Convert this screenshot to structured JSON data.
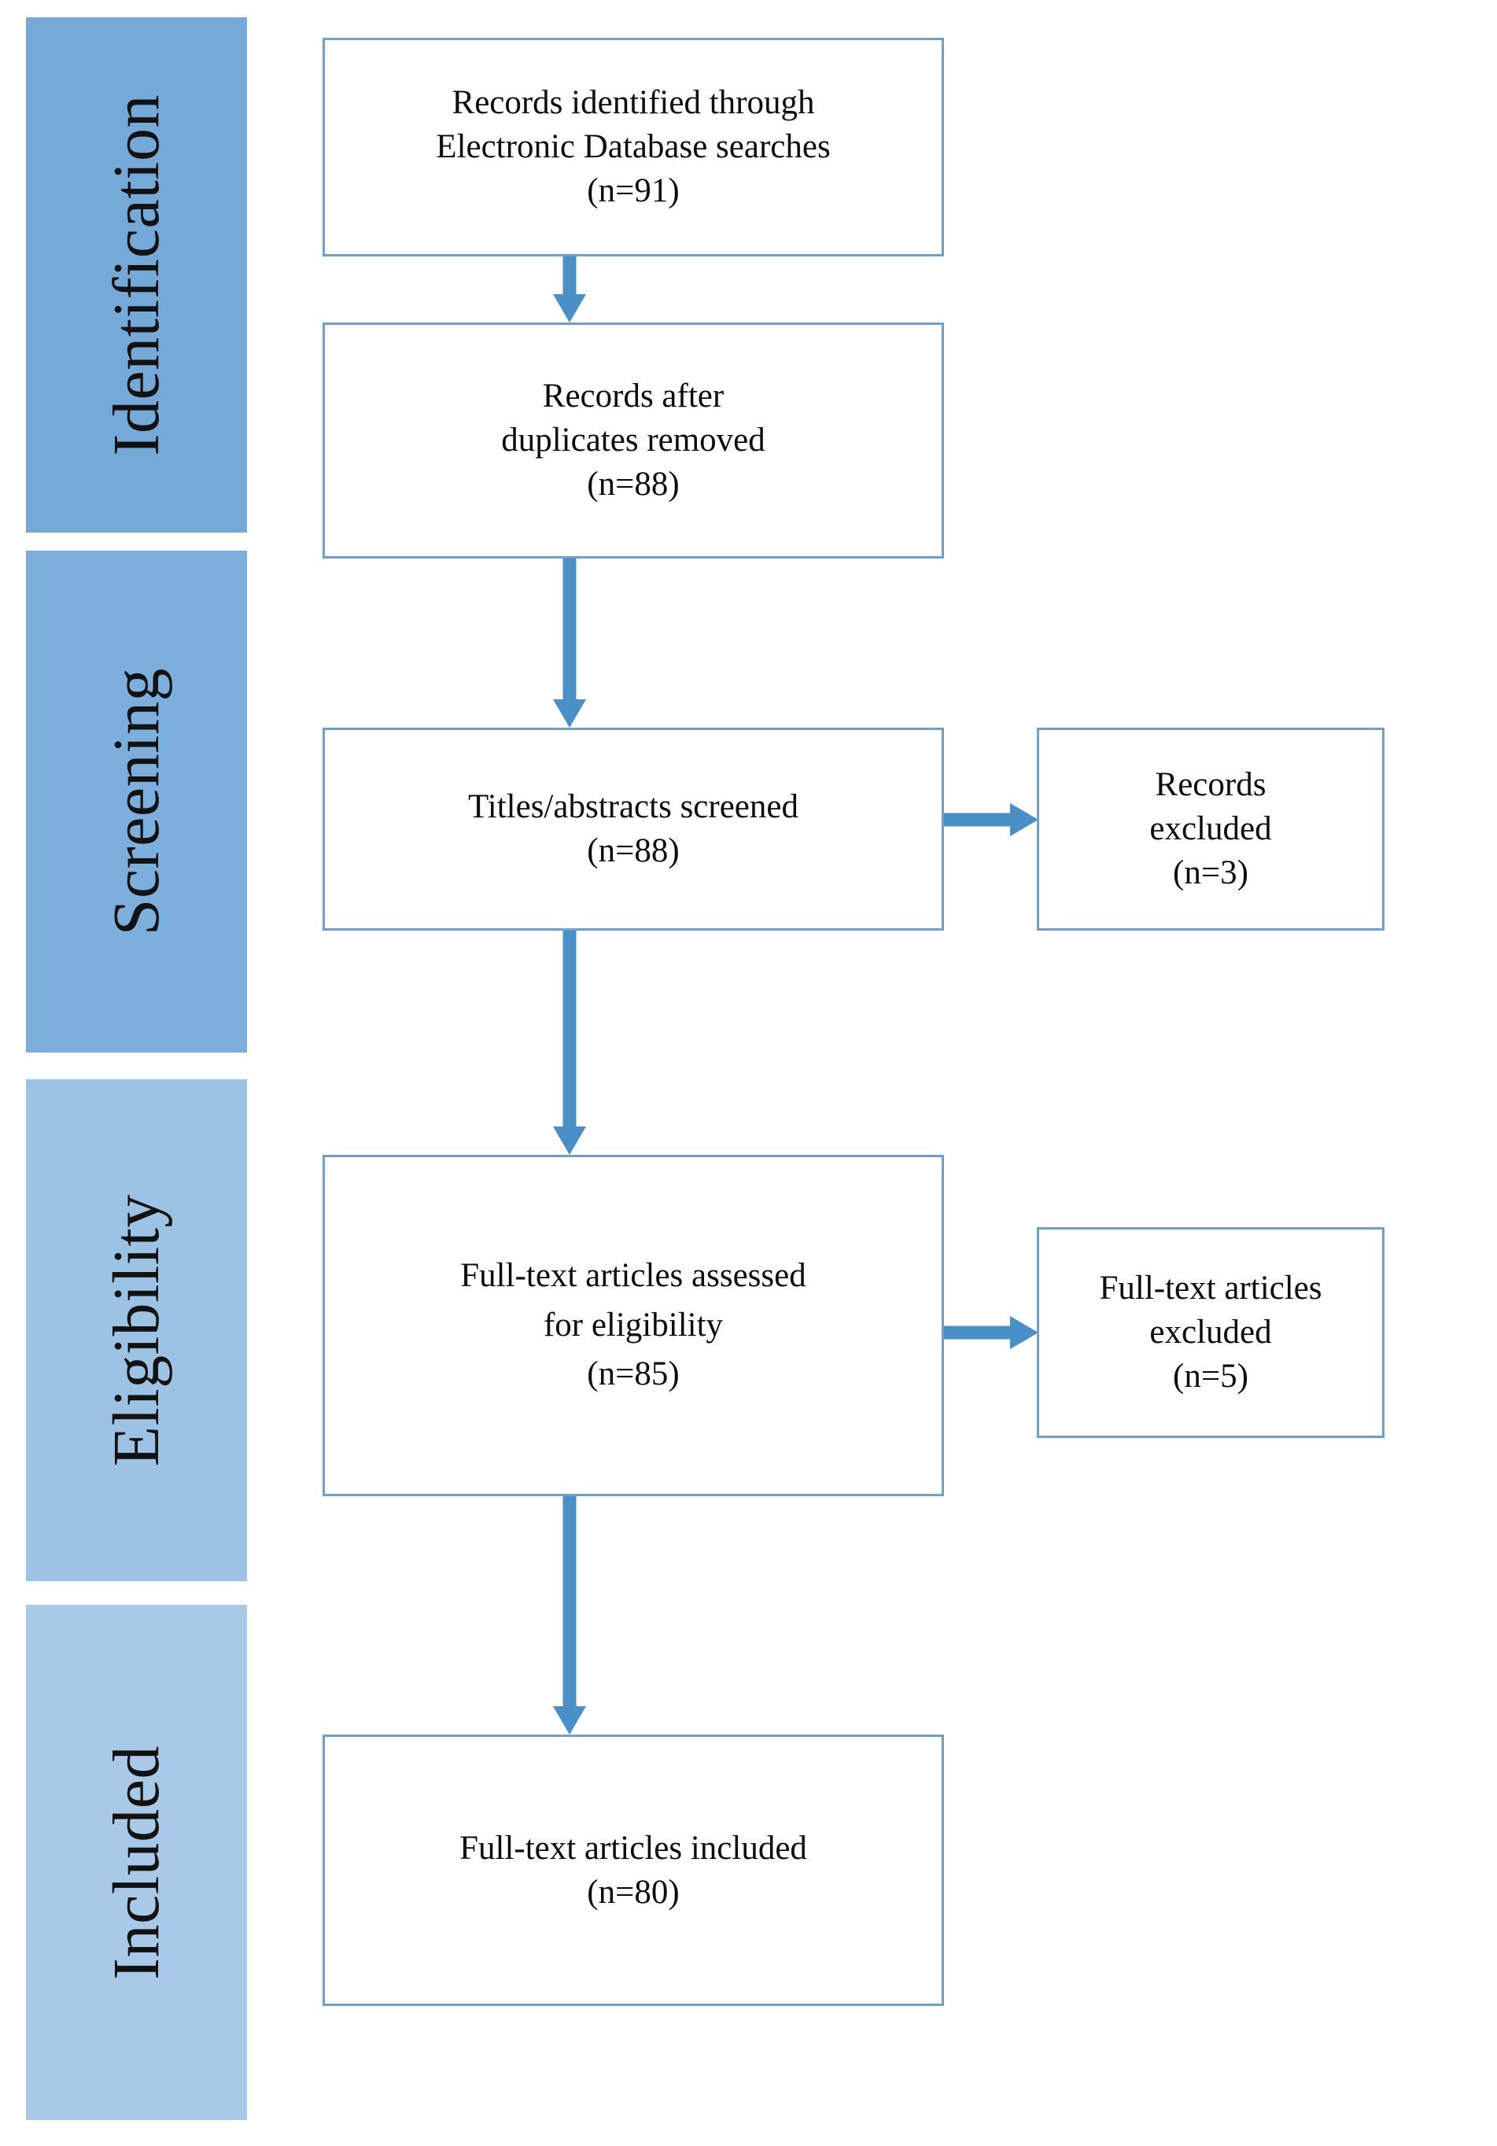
{
  "diagram": {
    "type": "prisma-flow-diagram",
    "stages": [
      {
        "id": "identification",
        "label": "Identification",
        "color": "#74a9d8"
      },
      {
        "id": "screening",
        "label": "Screening",
        "color": "#7cafdb"
      },
      {
        "id": "eligibility",
        "label": "Eligibility",
        "color": "#9cc3e4"
      },
      {
        "id": "included",
        "label": "Included",
        "color": "#a8cae8"
      }
    ],
    "boxes": [
      {
        "id": "records-identified",
        "text": "Records identified through\nElectronic Database searches\n(n=91)",
        "n": 91
      },
      {
        "id": "records-after-duplicates",
        "text": "Records after\nduplicates removed\n(n=88)",
        "n": 88
      },
      {
        "id": "titles-abstracts-screened",
        "text": "Titles/abstracts screened\n(n=88)",
        "n": 88
      },
      {
        "id": "records-excluded",
        "text": "Records\nexcluded\n(n=3)",
        "n": 3
      },
      {
        "id": "fulltext-assessed",
        "text": "Full-text articles assessed\nfor eligibility\n(n=85)",
        "n": 85
      },
      {
        "id": "fulltext-excluded",
        "text": "Full-text articles\nexcluded\n(n=5)",
        "n": 5
      },
      {
        "id": "fulltext-included",
        "text": "Full-text articles included\n(n=80)",
        "n": 80
      }
    ],
    "arrow_color": "#4a90c8",
    "box_border_color": "#6f9fcb"
  }
}
